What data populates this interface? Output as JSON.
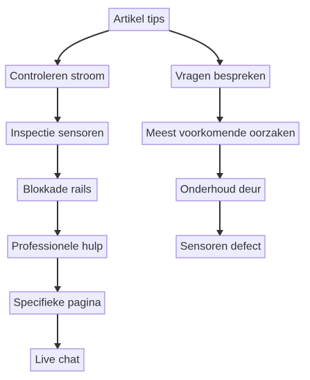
{
  "nodes": {
    "artikel_tips": "Artikel tips",
    "controleren_stroom": "Controleren stroom",
    "inspectie_sensoren": "Inspectie sensoren",
    "blokkade_rails": "Blокkade rails",
    "professionele_hulp": "Professionele hulp",
    "specifieke_pagina": "Specifieke pagina",
    "live_chat": "Live chat",
    "vragen_bespreken": "Vragen bespreken",
    "meest_voorkomende_oorzaken": "Meest voorkomende oorzaken",
    "onderhoud_deur": "Onderhoud deur",
    "sensoren_defect": "Sensoren defect"
  }
}
